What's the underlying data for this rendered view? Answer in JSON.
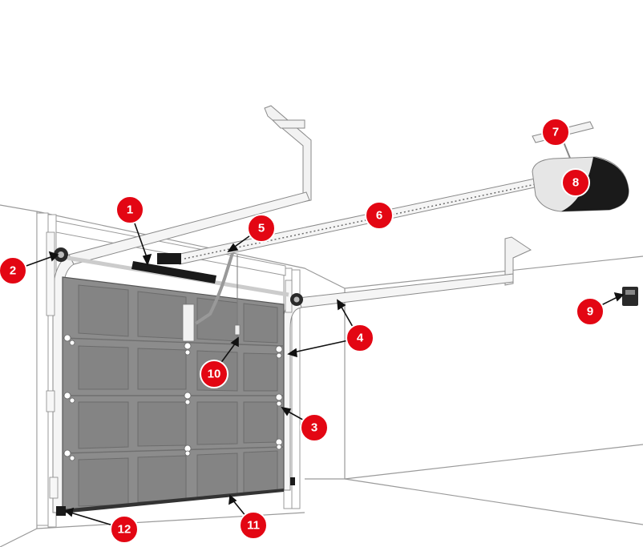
{
  "colors": {
    "callout": "#e30613",
    "door_panel": "#8c8c8c",
    "door_inset": "#7f7f7f",
    "outline": "#555555",
    "wall_line": "#9a9a9a",
    "opener_body": "#e6e6e6",
    "opener_dark": "#1a1a1a"
  },
  "callouts": [
    {
      "number": "1",
      "part": "torsion-spring"
    },
    {
      "number": "2",
      "part": "pulley-bracket"
    },
    {
      "number": "3",
      "part": "roller-hinge"
    },
    {
      "number": "4",
      "part": "horizontal-track"
    },
    {
      "number": "5",
      "part": "opener-arm"
    },
    {
      "number": "6",
      "part": "rail-chain"
    },
    {
      "number": "7",
      "part": "ceiling-hanger"
    },
    {
      "number": "8",
      "part": "opener-motor"
    },
    {
      "number": "9",
      "part": "wall-control"
    },
    {
      "number": "10",
      "part": "emergency-release-cord"
    },
    {
      "number": "11",
      "part": "bottom-seal"
    },
    {
      "number": "12",
      "part": "safety-sensor"
    }
  ]
}
